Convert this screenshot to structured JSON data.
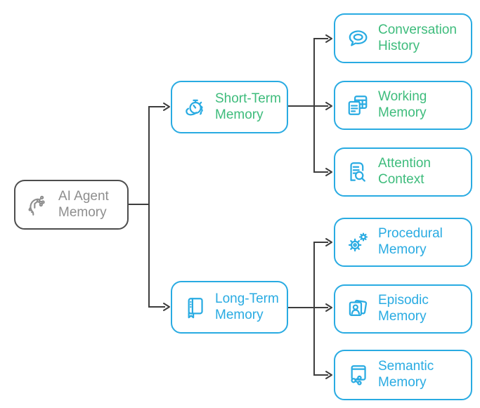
{
  "diagram": {
    "root": {
      "label": "AI Agent Memory",
      "icon": "ai-head-circuit-icon"
    },
    "branches": [
      {
        "label": "Short-Term Memory",
        "icon": "hand-stopwatch-icon",
        "text_color": "#3ebc7c",
        "children": [
          {
            "label": "Conversation History",
            "icon": "speech-bubble-icon"
          },
          {
            "label": "Working Memory",
            "icon": "documents-grid-icon"
          },
          {
            "label": "Attention Context",
            "icon": "document-search-icon"
          }
        ]
      },
      {
        "label": "Long-Term Memory",
        "icon": "journal-bookmark-icon",
        "text_color": "#29abe2",
        "children": [
          {
            "label": "Procedural Memory",
            "icon": "gears-icon"
          },
          {
            "label": "Episodic Memory",
            "icon": "photo-stack-icon"
          },
          {
            "label": "Semantic Memory",
            "icon": "book-network-icon"
          }
        ]
      }
    ],
    "colors": {
      "accent_cyan": "#29abe2",
      "accent_green": "#3ebc7c",
      "root_gray": "#8e8e8e",
      "root_border": "#4d4d4d",
      "connector": "#3d3d3d",
      "background": "#ffffff"
    }
  }
}
